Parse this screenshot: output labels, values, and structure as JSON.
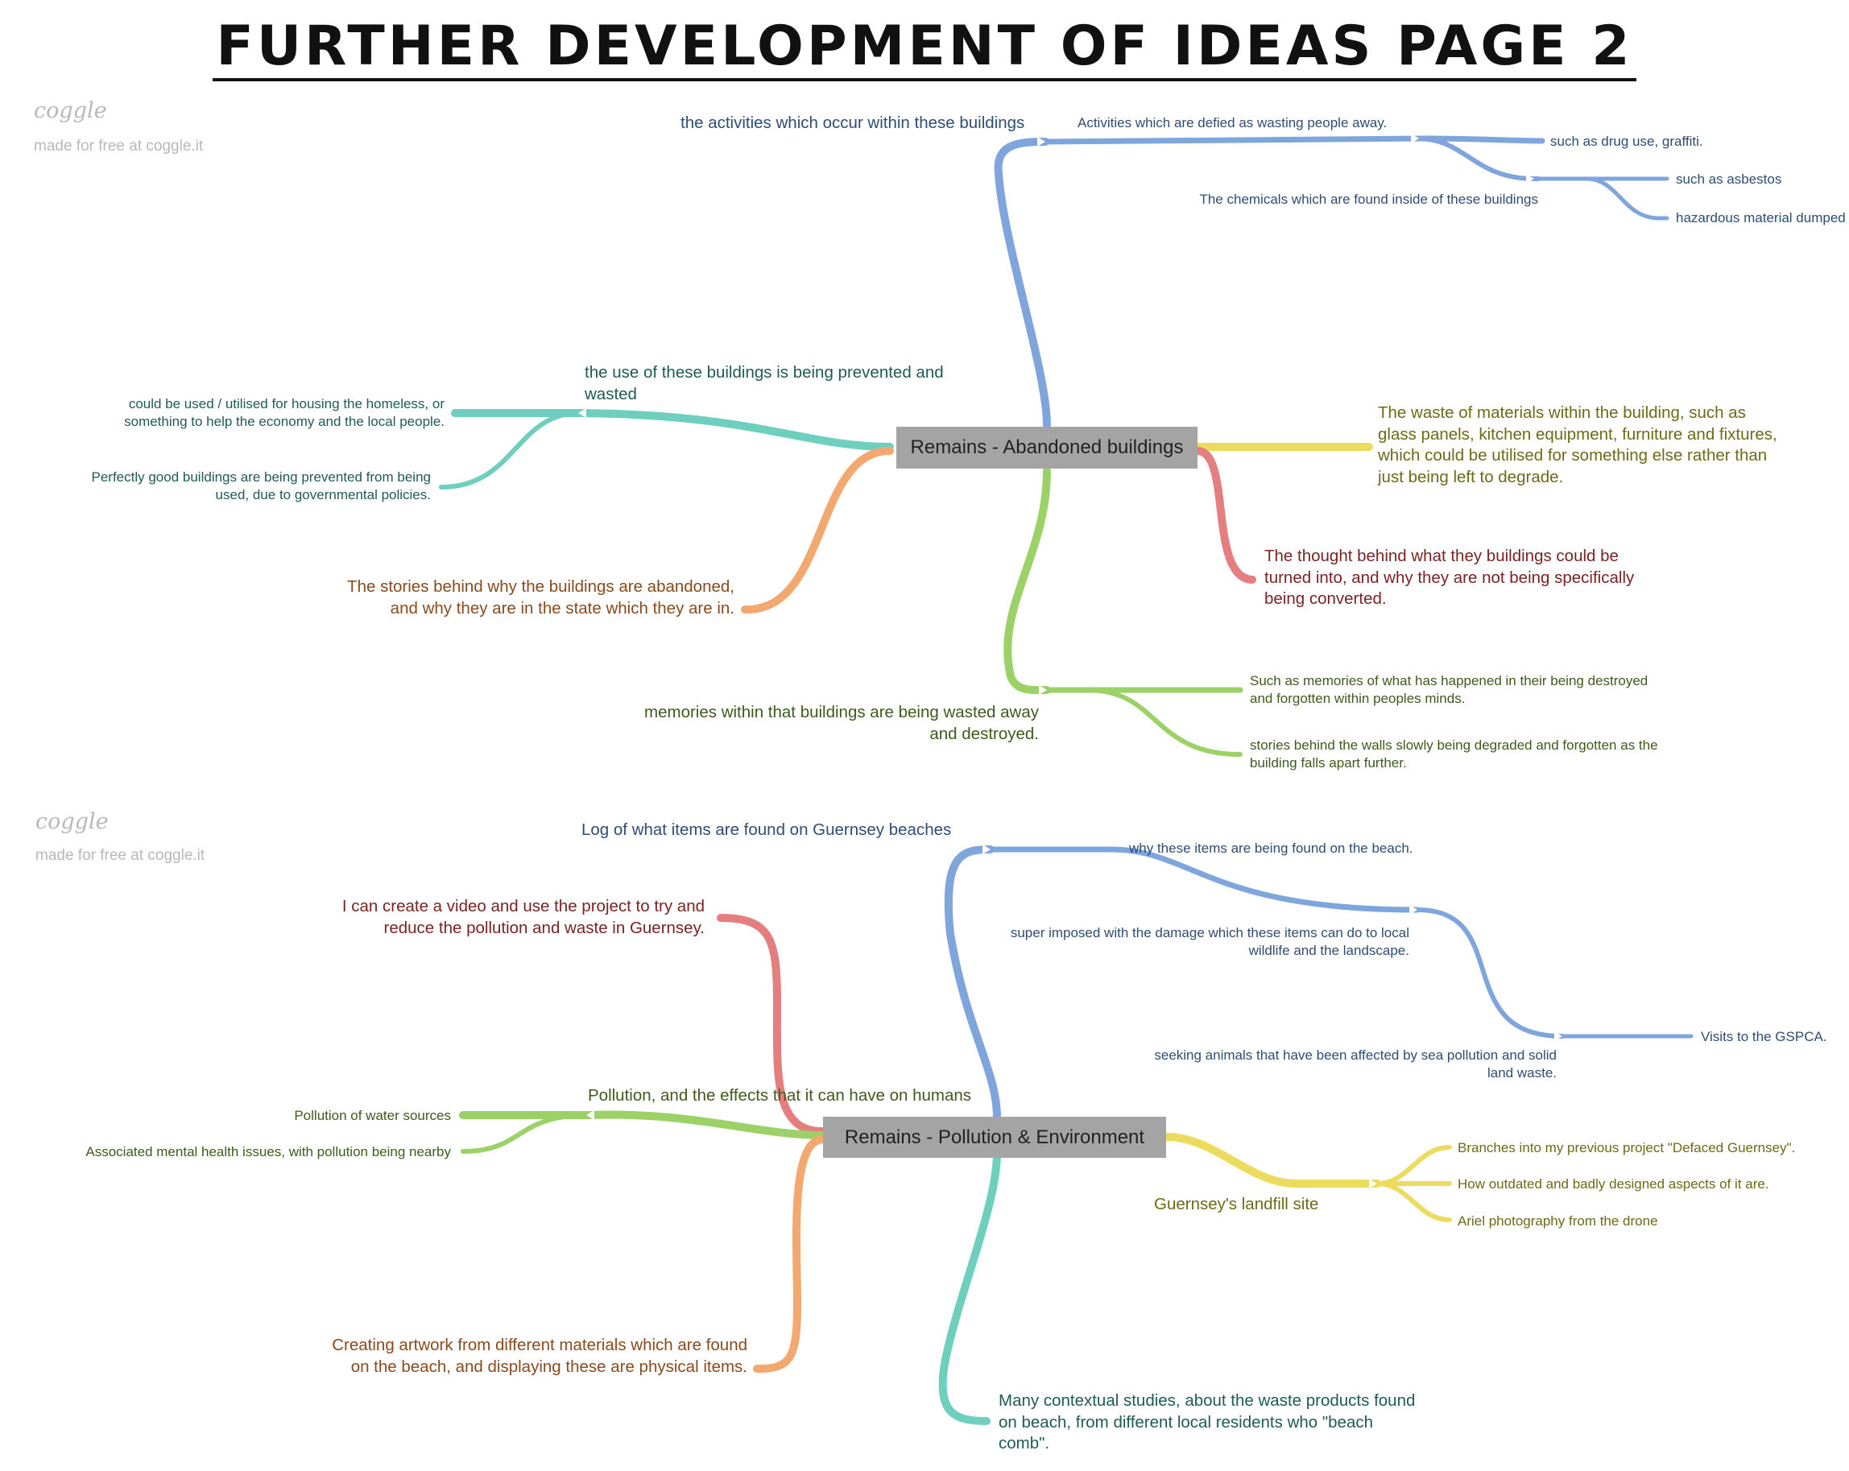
{
  "page_title": "FURTHER DEVELOPMENT OF IDEAS PAGE 2",
  "watermarks": [
    {
      "logo": "coggle",
      "text": "made for free at coggle.it"
    },
    {
      "logo": "coggle",
      "text": "made for free at coggle.it"
    }
  ],
  "colors": {
    "blue": "#7ea6dc",
    "teal": "#6fcfbe",
    "orange": "#f2a86e",
    "green": "#9bd167",
    "yellow": "#ecdc5d",
    "red": "#e57f7f",
    "node_bg": "#a4a4a4"
  },
  "map1": {
    "central": "Remains - Abandoned buildings",
    "labels": {
      "activities_title": "the activities which occur within these buildings",
      "defied": "Activities which are defied as wasting people away.",
      "drug_use": "such as drug use, graffiti.",
      "chemicals": "The chemicals which are found inside of these buildings",
      "asbestos": "such as asbestos",
      "hazardous": "hazardous material dumped",
      "use_prevented": "the use of these buildings is being prevented and wasted",
      "homeless": "could be used / utilised for housing the homeless, or something to help the economy and the local people.",
      "governmental": "Perfectly good buildings are being prevented from being used, due to governmental policies.",
      "stories": "The stories behind why the buildings are abandoned, and why they are in the state which they are in.",
      "waste_materials": "The waste of materials within the building, such as glass panels, kitchen equipment, furniture and fixtures, which could be utilised for something else rather than just being left to degrade.",
      "thought_behind": "The thought behind what they buildings could be turned into, and why they are not being specifically being converted.",
      "memories": "memories within that buildings are being wasted away and destroyed.",
      "such_memories": "Such as memories of what has happened in their being destroyed and forgotten within peoples minds.",
      "walls": "stories behind the walls slowly being degraded and forgotten as the building falls apart further."
    }
  },
  "map2": {
    "central": "Remains - Pollution & Environment",
    "labels": {
      "log": "Log of what items are found on Guernsey beaches",
      "why_found": "why these items are being found on the beach.",
      "super_imposed": "super imposed with the damage which these items can do to local wildlife and the landscape.",
      "gspca": "Visits to the GSPCA.",
      "seeking": "seeking animals that have been affected by sea pollution and solid land waste.",
      "video": "I can create a video and use the project to try and reduce the pollution and waste in Guernsey.",
      "pollution_humans": "Pollution, and the effects that it can have on humans",
      "water": "Pollution of water sources",
      "mental": "Associated mental health issues, with pollution being nearby",
      "landfill": "Guernsey's landfill site",
      "defaced": "Branches into my previous project \"Defaced Guernsey\".",
      "outdated": "How outdated and badly designed aspects of it are.",
      "ariel": "Ariel photography from the drone",
      "artwork": "Creating artwork from different materials which are found on the beach, and displaying these are physical items.",
      "contextual": "Many contextual studies, about the waste products found on beach, from different local residents who \"beach comb\"."
    }
  }
}
